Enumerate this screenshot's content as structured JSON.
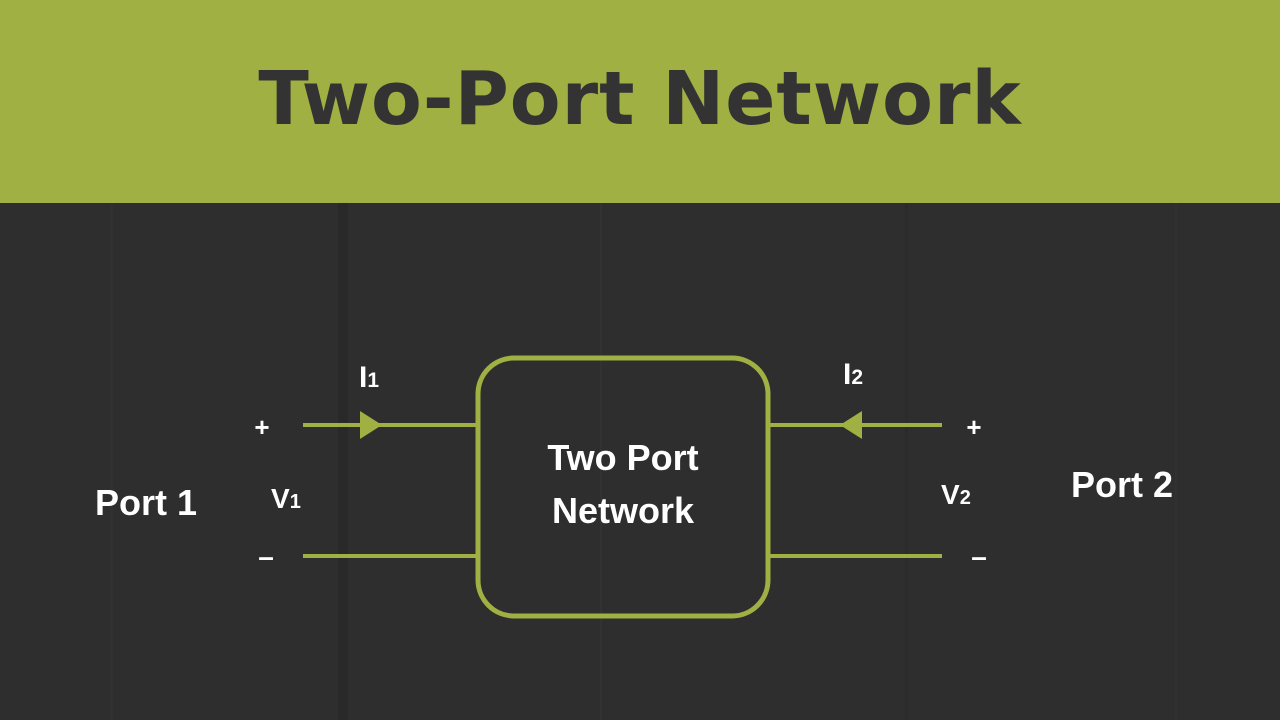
{
  "header": {
    "title": "Two-Port Network"
  },
  "diagram": {
    "box_label_line1": "Two Port",
    "box_label_line2": "Network",
    "port1": {
      "label": "Port 1",
      "plus": "+",
      "minus": "–",
      "voltage": "V",
      "voltage_sub": "1",
      "current": "I",
      "current_sub": "1"
    },
    "port2": {
      "label": "Port 2",
      "plus": "+",
      "minus": "–",
      "voltage": "V",
      "voltage_sub": "2",
      "current": "I",
      "current_sub": "2"
    }
  },
  "colors": {
    "accent": "#a0b043",
    "board": "#2e2e2e",
    "title_text": "#333333",
    "label_text": "#ffffff"
  }
}
